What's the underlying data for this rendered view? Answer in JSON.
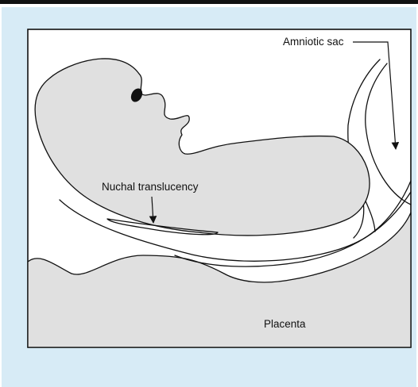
{
  "labels": {
    "amniotic_sac": "Amniotic sac",
    "nuchal_translucency": "Nuchal translucency",
    "placenta": "Placenta"
  },
  "colors": {
    "frame_background": "#d7ebf6",
    "top_bar": "#111111",
    "fill_gray": "#e0e0e0",
    "stroke": "#111111"
  }
}
